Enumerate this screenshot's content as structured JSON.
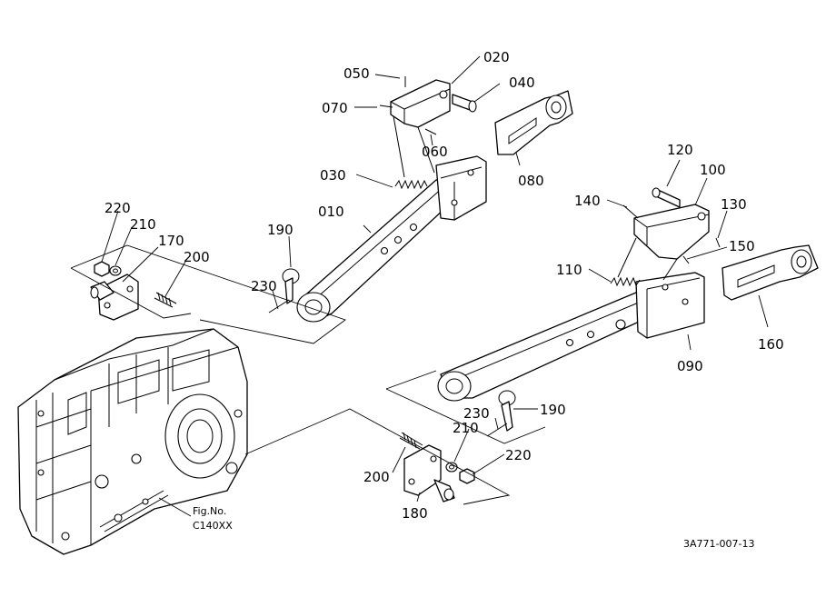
{
  "labels": {
    "l010": "010",
    "l020": "020",
    "l030": "030",
    "l040": "040",
    "l050": "050",
    "l060": "060",
    "l070": "070",
    "l080": "080",
    "l090": "090",
    "l100": "100",
    "l110": "110",
    "l120": "120",
    "l130": "130",
    "l140": "140",
    "l150": "150",
    "l160": "160",
    "l170": "170",
    "l180": "180",
    "l190a": "190",
    "l190b": "190",
    "l200a": "200",
    "l200b": "200",
    "l210a": "210",
    "l210b": "210",
    "l220a": "220",
    "l220b": "220",
    "l230a": "230",
    "l230b": "230"
  },
  "figure": {
    "line1": "Fig.No.",
    "line2": "C140XX"
  },
  "drawing_code": "3A771-007-13"
}
